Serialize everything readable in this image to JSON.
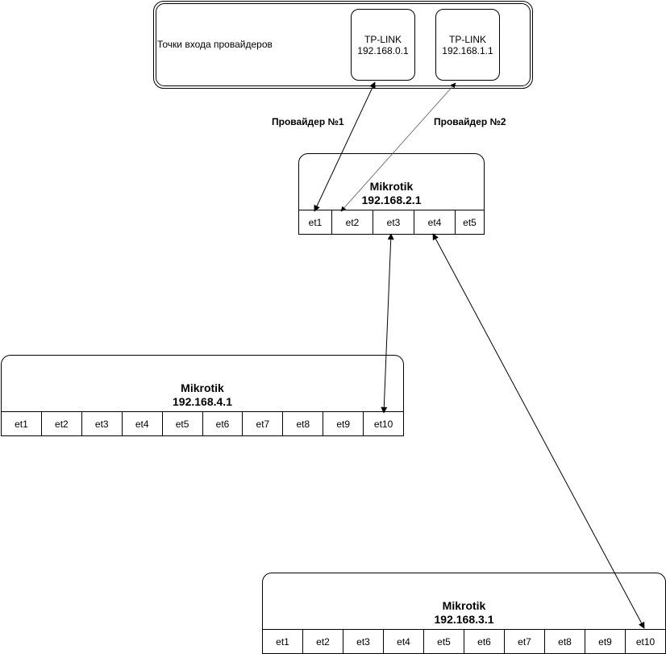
{
  "providers_group": {
    "label": "Точки входа провайдеров",
    "devices": [
      {
        "name": "TP-LINK",
        "ip": "192.168.0.1"
      },
      {
        "name": "TP-LINK",
        "ip": "192.168.1.1"
      }
    ]
  },
  "links": {
    "provider1_label": "Провайдер №1",
    "provider2_label": "Провайдер №2"
  },
  "router_main": {
    "title": "Mikrotik",
    "ip": "192.168.2.1",
    "ports": [
      "et1",
      "et2",
      "et3",
      "et4",
      "et5"
    ]
  },
  "router_left": {
    "title": "Mikrotik",
    "ip": "192.168.4.1",
    "ports": [
      "et1",
      "et2",
      "et3",
      "et4",
      "et5",
      "et6",
      "et7",
      "et8",
      "et9",
      "et10"
    ]
  },
  "router_bottom": {
    "title": "Mikrotik",
    "ip": "192.168.3.1",
    "ports": [
      "et1",
      "et2",
      "et3",
      "et4",
      "et5",
      "et6",
      "et7",
      "et8",
      "et9",
      "et10"
    ]
  },
  "colors": {
    "line": "#000000",
    "background": "#ffffff"
  }
}
